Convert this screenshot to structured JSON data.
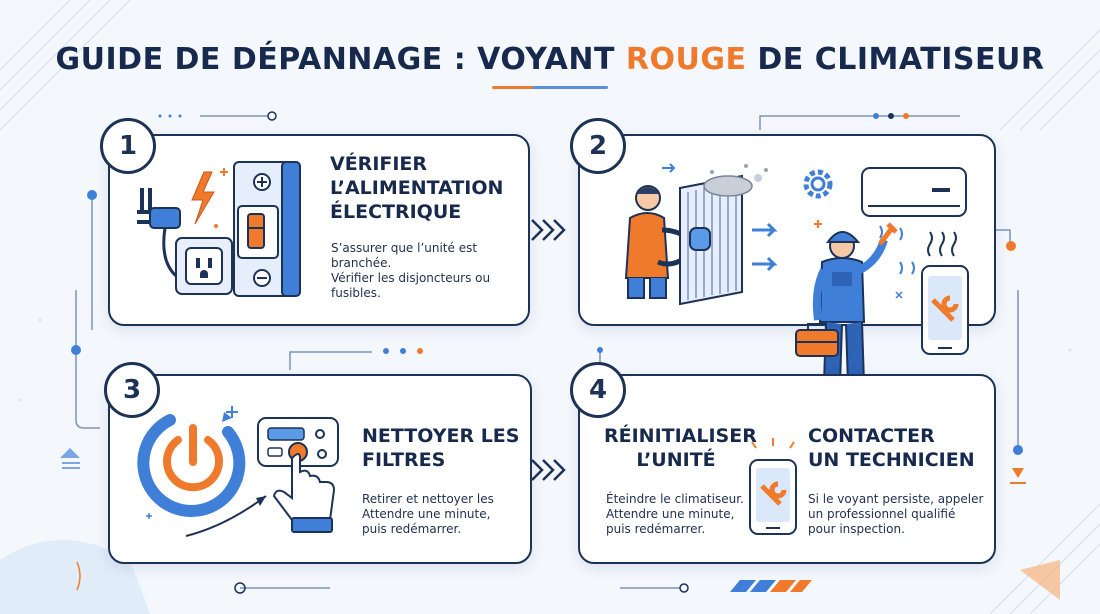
{
  "header": {
    "title_part1": "GUIDE DE DÉPANNAGE : VOYANT ",
    "title_highlight": "ROUGE",
    "title_part2": " DE CLIMATISEUR"
  },
  "colors": {
    "navy": "#1d3257",
    "accent_orange": "#f07a2c",
    "accent_blue": "#3f7fd8",
    "light_blue": "#dbe8fa"
  },
  "steps": [
    {
      "number": "1",
      "title": "VÉRIFIER\nL’ALIMENTATION\nÉLECTRIQUE",
      "lines": [
        "S’assurer que l’unité est",
        "branchée.",
        "Vérifier les disjoncteurs ou",
        "fusibles."
      ],
      "icons": [
        "power-plug-icon",
        "lightning-icon",
        "wall-outlet-icon",
        "circuit-breaker-icon"
      ]
    },
    {
      "number": "2",
      "icons": [
        "person-cleaning-filter-icon",
        "air-filter-icon",
        "gear-icon",
        "air-conditioner-icon",
        "technician-icon",
        "toolbox-icon",
        "smartphone-wrench-icon"
      ]
    },
    {
      "number": "3",
      "title": "NETTOYER LES\nFILTRES",
      "lines": [
        "Retirer et nettoyer les",
        "Attendre une minute,",
        "puis redémarrer."
      ],
      "icons": [
        "power-button-icon",
        "remote-control-icon",
        "hand-pointer-icon"
      ]
    },
    {
      "number": "4",
      "title": "RÉINITIALISER\nL’UNITÉ",
      "lines": [
        "Éteindre le climatiseur.",
        "Attendre une minute,",
        "puis redémarrer."
      ],
      "icons": [
        "smartphone-wrench-icon"
      ]
    }
  ],
  "contact": {
    "title": "CONTACTER\nUN TECHNICIEN",
    "lines": [
      "Si le voyant persiste, appeler",
      "un professionnel qualifié",
      "pour inspection."
    ]
  }
}
